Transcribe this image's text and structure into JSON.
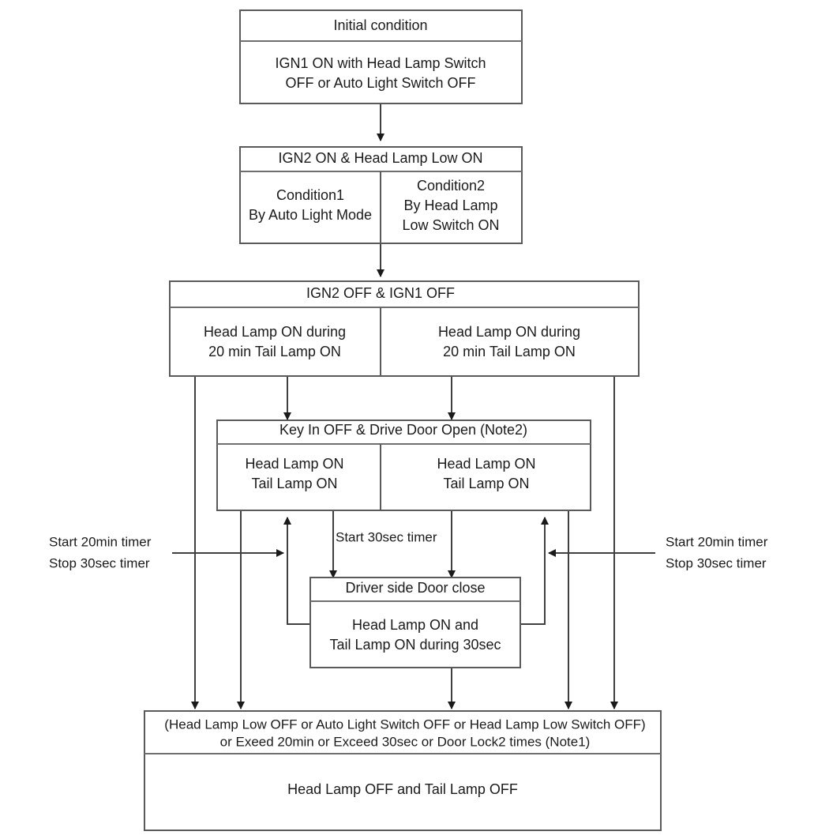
{
  "diagram": {
    "title": "Head Lamp / Tail Lamp Control State Flow",
    "type": "flowchart",
    "colors": {
      "background": "#ffffff",
      "box_border": "#5a5a5a",
      "connector": "#404040",
      "text": "#1a1a1a"
    },
    "nodes": [
      {
        "id": "initial-condition",
        "header": "Initial condition",
        "cells": [
          {
            "lines": [
              "IGN1 ON with Head Lamp Switch",
              "OFF or Auto Light Switch OFF"
            ]
          }
        ]
      },
      {
        "id": "ign2-on-head-lamp-low-on",
        "header": "IGN2 ON & Head Lamp Low ON",
        "cells": [
          {
            "lines": [
              "Condition1",
              "By Auto Light Mode"
            ]
          },
          {
            "lines": [
              "Condition2",
              "By Head Lamp",
              "Low Switch ON"
            ]
          }
        ]
      },
      {
        "id": "ign2-off-ign1-off",
        "header": "IGN2 OFF & IGN1 OFF",
        "cells": [
          {
            "lines": [
              "Head Lamp ON during",
              "20 min Tail Lamp ON"
            ]
          },
          {
            "lines": [
              "Head Lamp ON during",
              "20 min Tail Lamp ON"
            ]
          }
        ]
      },
      {
        "id": "key-in-off-drive-door-open",
        "header": "Key In OFF & Drive Door Open (Note2)",
        "cells": [
          {
            "lines": [
              "Head Lamp ON",
              "Tail Lamp ON"
            ]
          },
          {
            "lines": [
              "Head Lamp ON",
              "Tail Lamp ON"
            ]
          }
        ]
      },
      {
        "id": "driver-side-door-close",
        "header": "Driver side Door close",
        "cells": [
          {
            "lines": [
              "Head Lamp ON and",
              "Tail Lamp ON during 30sec"
            ]
          }
        ]
      },
      {
        "id": "lamps-off",
        "header_lines": [
          "(Head Lamp Low OFF or Auto Light Switch OFF or Head Lamp Low Switch OFF)",
          "or Exeed  20min or Exceed 30sec or Door Lock2 times (Note1)"
        ],
        "cells": [
          {
            "lines": [
              "Head Lamp OFF and Tail Lamp OFF"
            ]
          }
        ]
      }
    ],
    "annotations": [
      {
        "id": "left-timer",
        "lines": [
          "Start 20min timer",
          "Stop 30sec timer"
        ]
      },
      {
        "id": "center-timer",
        "lines": [
          "Start 30sec timer"
        ]
      },
      {
        "id": "right-timer",
        "lines": [
          "Start 20min timer",
          "Stop 30sec timer"
        ]
      }
    ],
    "labels": {
      "n0_header": "Initial condition",
      "n0_c0_l0": "IGN1 ON with Head Lamp Switch",
      "n0_c0_l1": "OFF or Auto Light Switch OFF",
      "n1_header": "IGN2 ON & Head Lamp Low ON",
      "n1_c0_l0": "Condition1",
      "n1_c0_l1": "By Auto Light Mode",
      "n1_c1_l0": "Condition2",
      "n1_c1_l1": "By Head Lamp",
      "n1_c1_l2": "Low Switch ON",
      "n2_header": "IGN2 OFF & IGN1 OFF",
      "n2_c0_l0": "Head Lamp ON during",
      "n2_c0_l1": "20 min Tail Lamp ON",
      "n2_c1_l0": "Head Lamp ON during",
      "n2_c1_l1": "20 min Tail Lamp ON",
      "n3_header": "Key In OFF & Drive Door Open (Note2)",
      "n3_c0_l0": "Head Lamp ON",
      "n3_c0_l1": "Tail Lamp ON",
      "n3_c1_l0": "Head Lamp ON",
      "n3_c1_l1": "Tail Lamp ON",
      "n4_header": "Driver side Door close",
      "n4_c0_l0": "Head Lamp ON and",
      "n4_c0_l1": "Tail Lamp ON during 30sec",
      "n5_header_l0": "(Head Lamp Low OFF or Auto Light Switch OFF or Head Lamp Low Switch OFF)",
      "n5_header_l1": "or Exeed  20min or Exceed 30sec or Door Lock2 times (Note1)",
      "n5_c0_l0": "Head Lamp OFF and Tail Lamp OFF",
      "a_left_l0": "Start 20min timer",
      "a_left_l1": "Stop 30sec timer",
      "a_center_l0": "Start 30sec timer",
      "a_right_l0": "Start 20min timer",
      "a_right_l1": "Stop 30sec timer"
    }
  }
}
